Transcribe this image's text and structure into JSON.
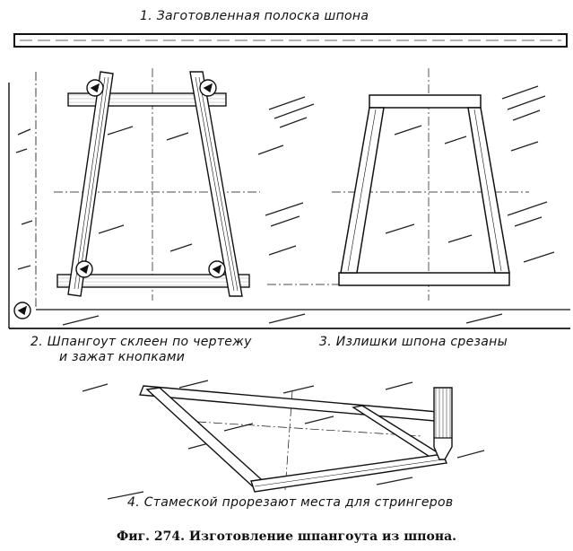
{
  "step1": {
    "caption": "1. Заготовленная полоска шпона"
  },
  "step2": {
    "caption_line1": "2. Шпангоут склеен по чертежу",
    "caption_line2": "и зажат кнопками"
  },
  "step3": {
    "caption": "3. Излишки шпона срезаны"
  },
  "step4": {
    "caption": "4. Стамеской прорезают места для стрингеров"
  },
  "figure": {
    "number": "Фиг. 274.",
    "title": "Изготовление шпангоута из шпона."
  }
}
